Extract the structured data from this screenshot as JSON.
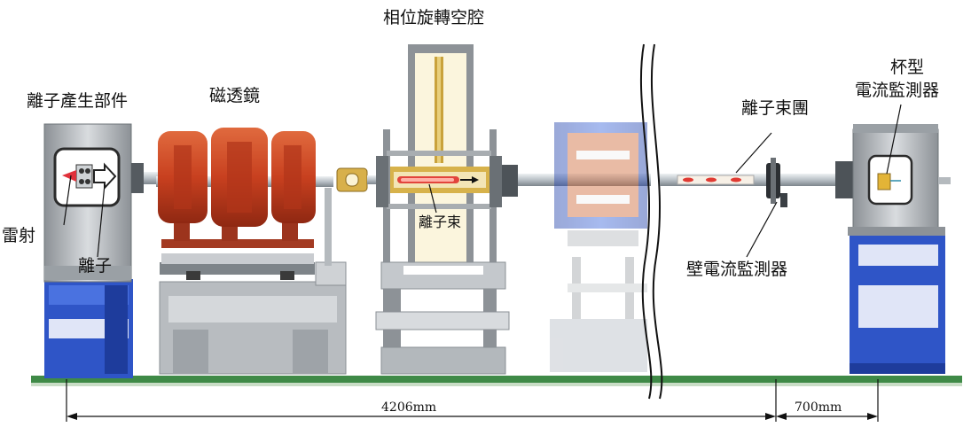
{
  "labels": {
    "ion_source": "離子產生部件",
    "magnetic_lens": "磁透鏡",
    "phase_cavity": "相位旋轉空腔",
    "ion_bunch": "離子束團",
    "faraday_cup_line1": "杯型",
    "faraday_cup_line2": "電流監測器",
    "laser": "雷射",
    "ion_cut": "離子",
    "ion_beam": "離子束",
    "wall_monitor": "壁電流監測器"
  },
  "dimensions": {
    "left_span": "4206mm",
    "right_span": "700mm"
  },
  "colors": {
    "magnet_red": "#c8401f",
    "stand_blue": "#2f55c7",
    "frame_gray": "#a9aeb3",
    "ground_green": "#3f8a47",
    "beam_pipe": "#bfc6cc",
    "brass": "#c9a23c"
  }
}
